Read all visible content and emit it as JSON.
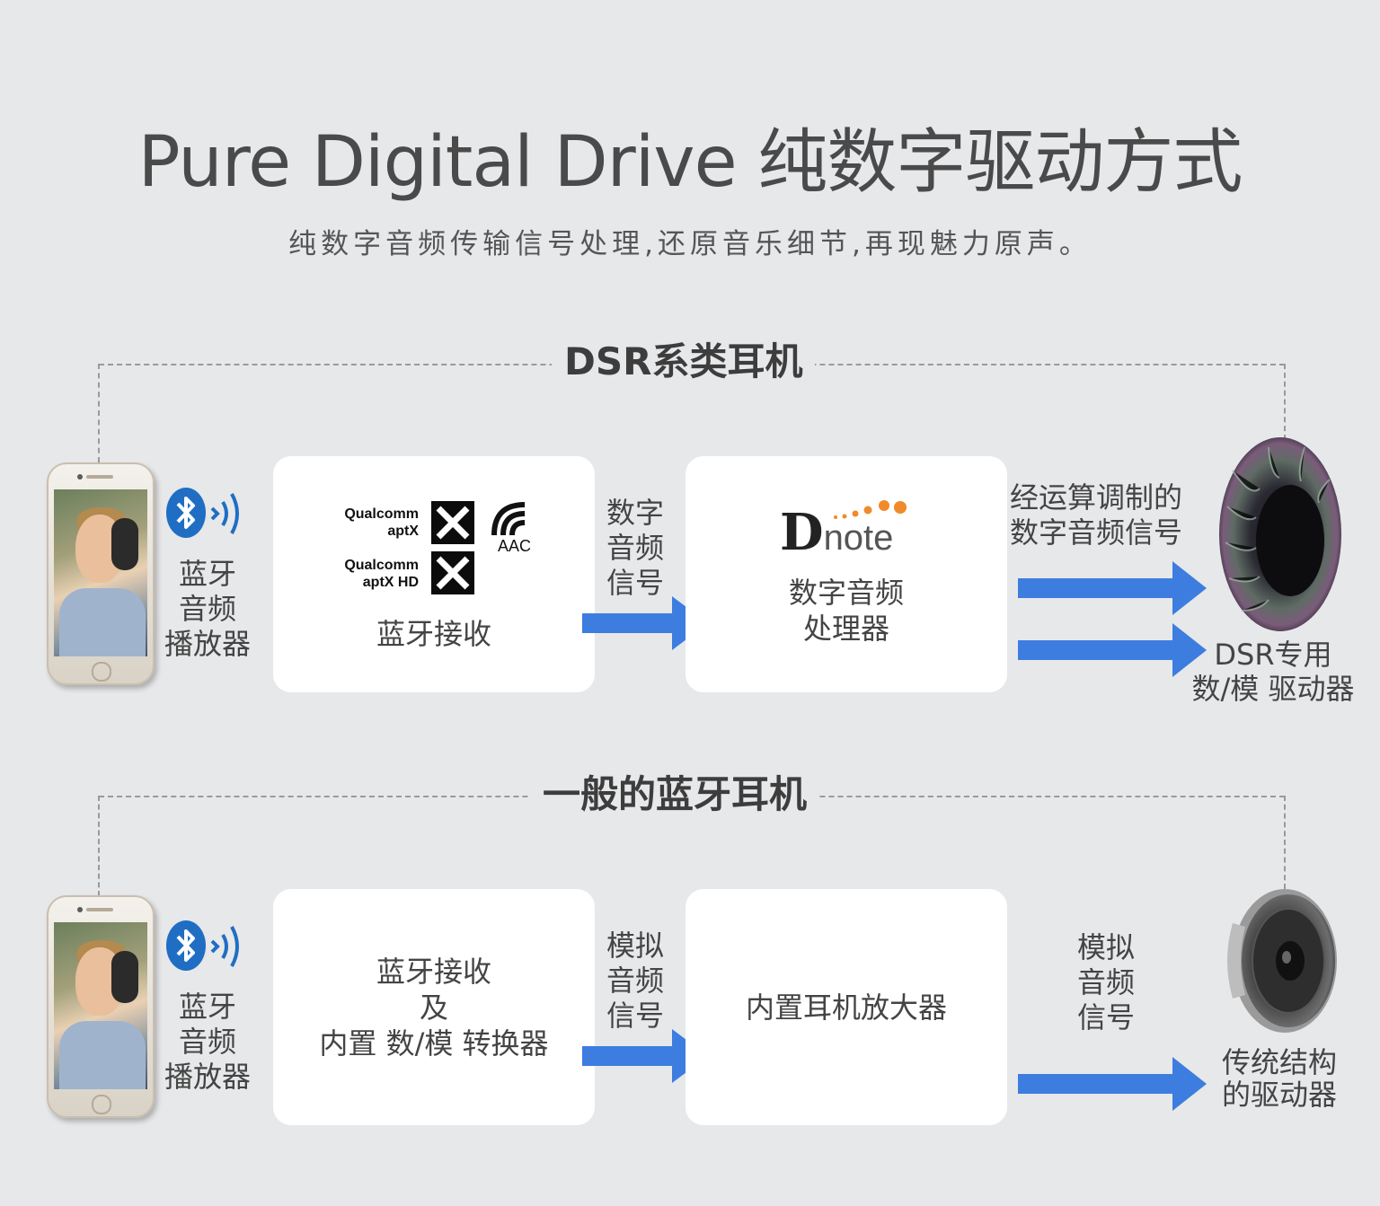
{
  "header": {
    "title": "Pure Digital Drive 纯数字驱动方式",
    "subtitle": "纯数字音频传输信号处理,还原音乐细节,再现魅力原声。"
  },
  "dsr": {
    "label": "DSR系类耳机",
    "player": [
      "蓝牙",
      "音频",
      "播放器"
    ],
    "box1": {
      "logos": {
        "aptx": [
          "Qualcomm",
          "aptX"
        ],
        "aptx_hd": [
          "Qualcomm",
          "aptX HD"
        ],
        "aac": "AAC"
      },
      "label": "蓝牙接收"
    },
    "signal1": [
      "数字",
      "音频",
      "信号"
    ],
    "box2": {
      "logo": {
        "d": "D",
        "rest": "note"
      },
      "label": [
        "数字音频",
        "处理器"
      ]
    },
    "signal2": [
      "经运算调制的",
      "数字音频信号"
    ],
    "driver": [
      "DSR专用",
      "数/模 驱动器"
    ]
  },
  "normal": {
    "label": "一般的蓝牙耳机",
    "player": [
      "蓝牙",
      "音频",
      "播放器"
    ],
    "box1": {
      "label": [
        "蓝牙接收",
        "及",
        "内置 数/模 转换器"
      ]
    },
    "signal1": [
      "模拟",
      "音频",
      "信号"
    ],
    "box2": {
      "label": "内置耳机放大器"
    },
    "signal2": [
      "模拟",
      "音频",
      "信号"
    ],
    "driver": [
      "传统结构",
      "的驱动器"
    ]
  },
  "colors": {
    "arrow": "#3d7de0",
    "bluetooth": "#1f6ec4",
    "dnote_dots": "#f08a2a"
  }
}
